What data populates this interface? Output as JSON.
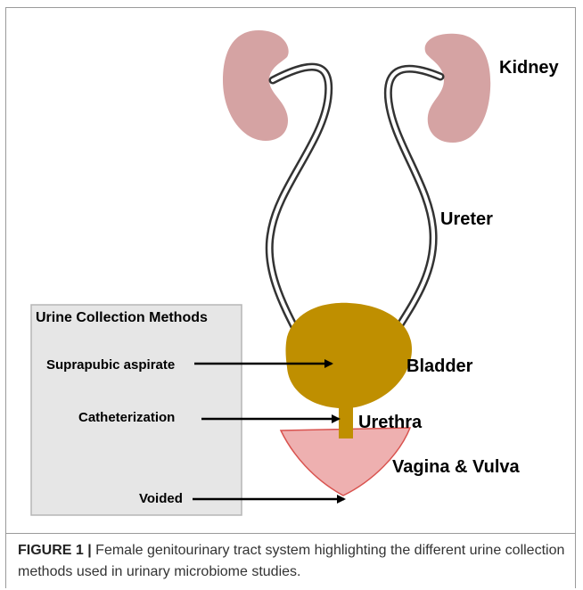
{
  "labels": {
    "kidney": "Kidney",
    "ureter": "Ureter",
    "bladder": "Bladder",
    "urethra": "Urethra",
    "vagina_vulva": "Vagina & Vulva"
  },
  "methods_panel": {
    "title": "Urine Collection Methods",
    "items": [
      {
        "label": "Suprapubic aspirate",
        "target": "Bladder"
      },
      {
        "label": "Catheterization",
        "target": "Urethra"
      },
      {
        "label": "Voided",
        "target": "Vagina & Vulva"
      }
    ]
  },
  "caption": {
    "figure_label": "FIGURE 1 |",
    "text": " Female genitourinary tract system highlighting the different urine collection methods used in urinary microbiome studies."
  },
  "colors": {
    "kidney": "#d5a3a3",
    "bladder": "#bf8f00",
    "urethra": "#bf8f00",
    "vagina_vulva": "#eeb0b0",
    "vagina_vulva_border": "#d9534f",
    "panel_fill": "#e6e6e6",
    "panel_border": "#b5b5b5",
    "ureter_stroke": "#333333",
    "arrow": "#000000"
  }
}
